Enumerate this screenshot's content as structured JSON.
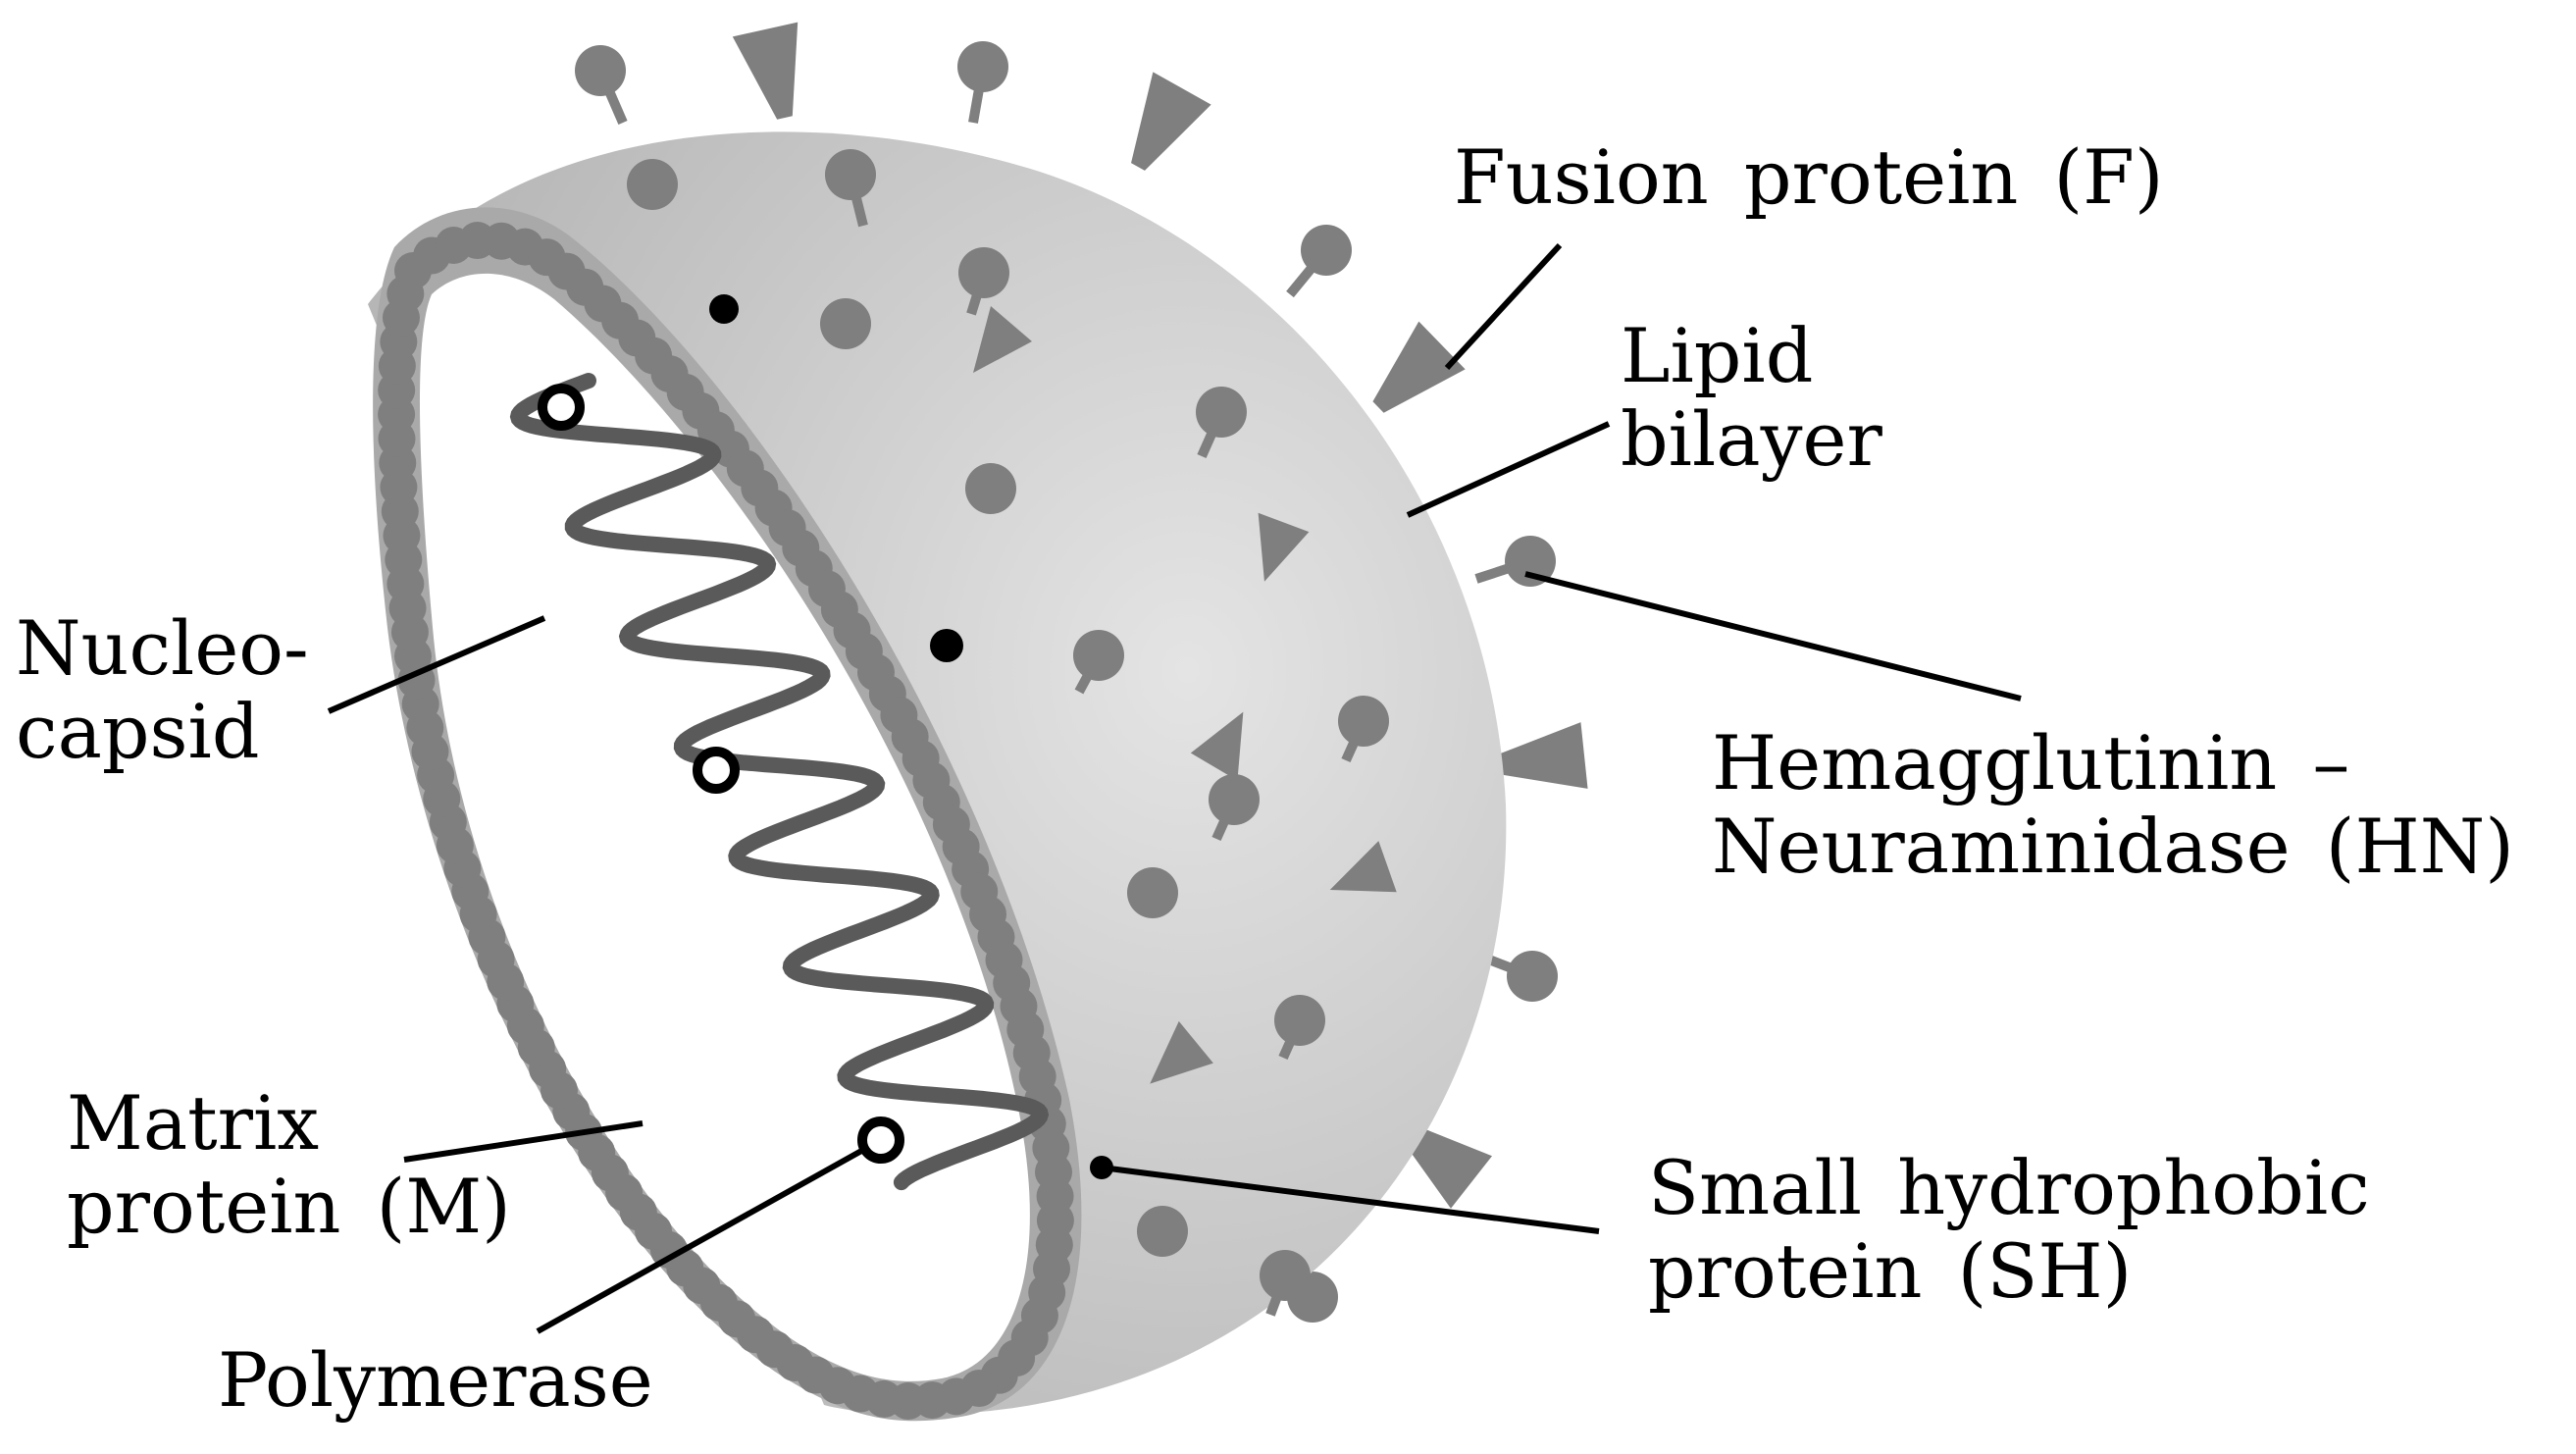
{
  "labels": {
    "fusion": "Fusion protein (F)",
    "lipid_line1": "Lipid",
    "lipid_line2": "bilayer",
    "nucleo_line1": "Nucleo-",
    "nucleo_line2": "capsid",
    "hn_line1": "Hemagglutinin –",
    "hn_line2": "Neuraminidase (HN)",
    "matrix_line1": "Matrix",
    "matrix_line2": "protein (M)",
    "sh_line1": "Small hydrophobic",
    "sh_line2": "protein (SH)",
    "polymerase": "Polymerase"
  },
  "colors": {
    "envelope_light": "#e4e4e4",
    "envelope_dark": "#b6b6b6",
    "protein": "#7f7f7f",
    "rim": "#a9a9a9",
    "rna": "#5a5a5a",
    "leader": "#000000"
  },
  "icons": [
    "virus-envelope",
    "matrix-bead",
    "spike-ball",
    "spike-trumpet",
    "spike-triangle",
    "rna-coil",
    "polymerase-ring"
  ]
}
